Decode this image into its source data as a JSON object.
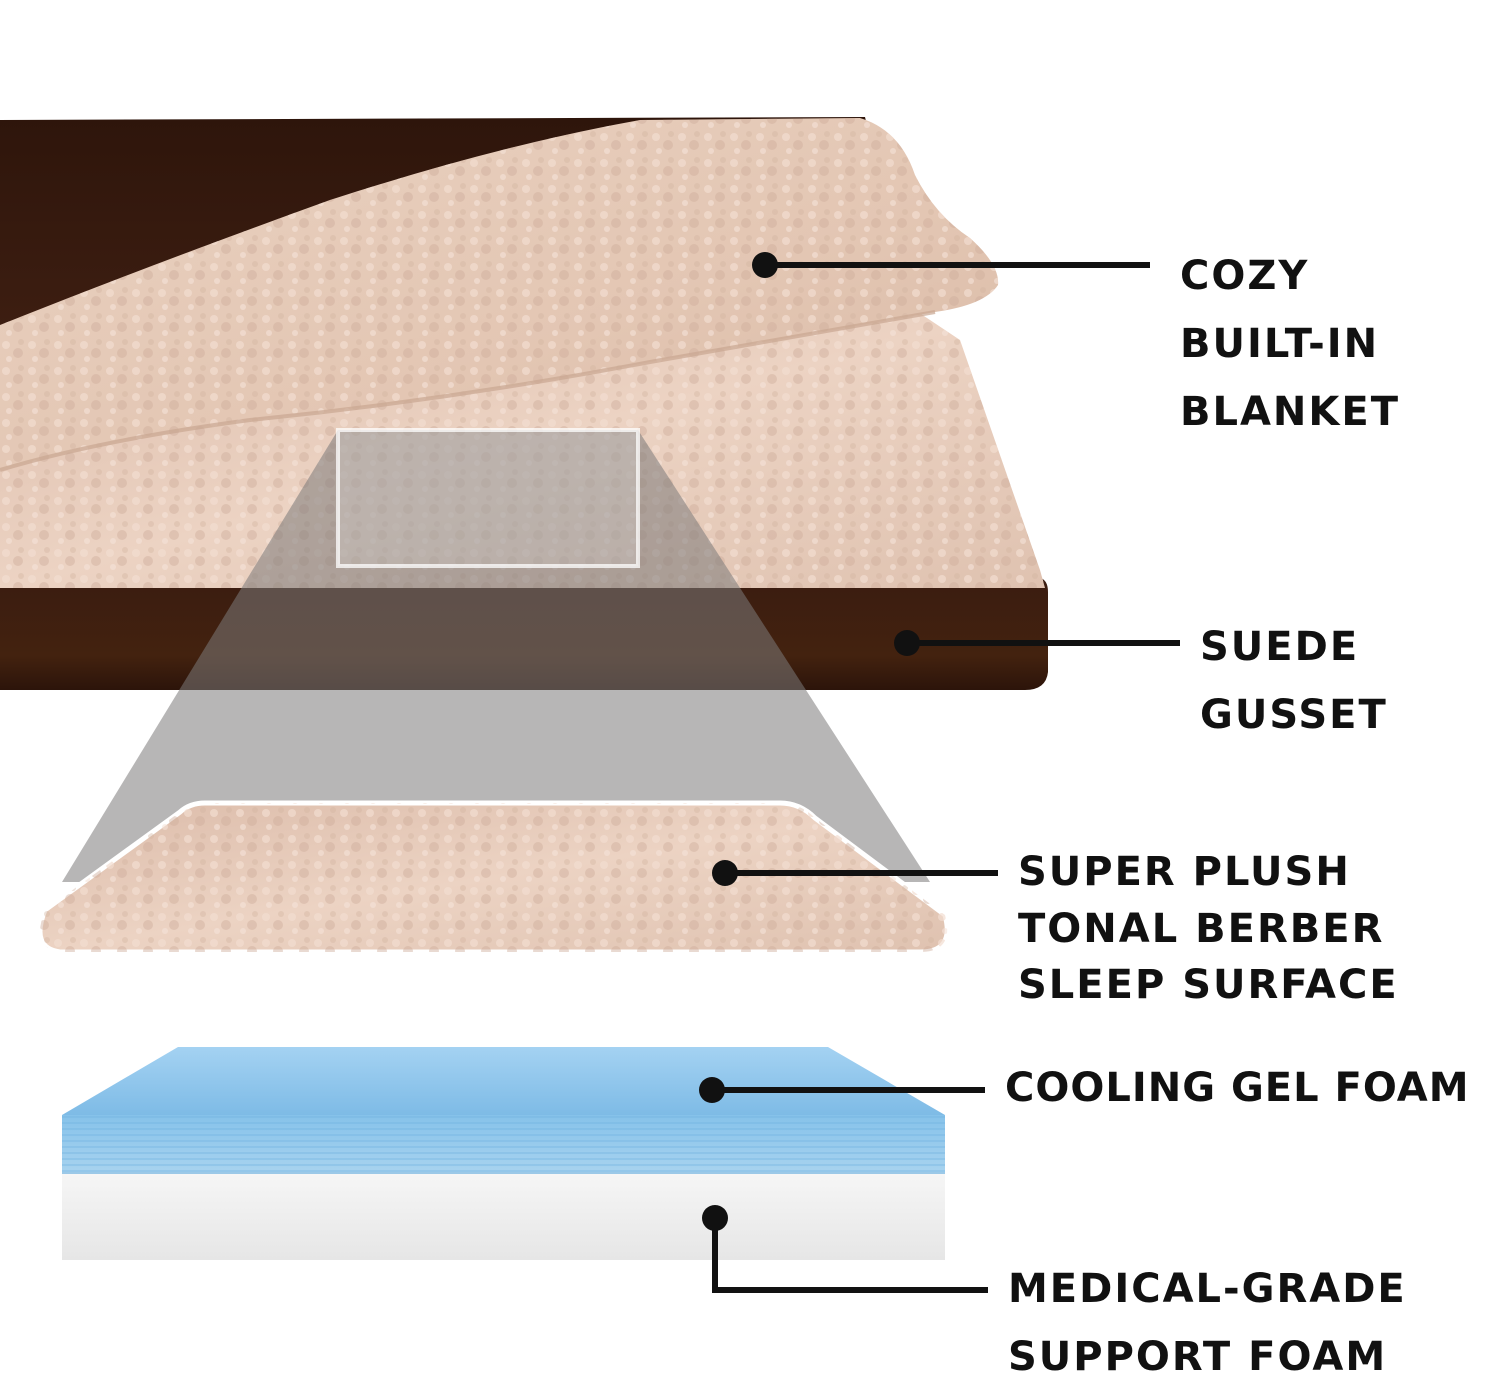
{
  "labels": {
    "blanket": [
      "COZY",
      "BUILT-IN",
      "BLANKET"
    ],
    "gusset": [
      "SUEDE",
      "GUSSET"
    ],
    "sleep_surface": [
      "SUPER PLUSH",
      "TONAL BERBER",
      "SLEEP SURFACE"
    ],
    "gel_foam": [
      "COOLING GEL FOAM"
    ],
    "support_foam": [
      "MEDICAL-GRADE",
      "SUPPORT FOAM"
    ]
  },
  "colors": {
    "background": "#ffffff",
    "suede_brown": "#3d1e12",
    "berber_tan": "#e6cbbb",
    "magnifier_gray": "#8c8a8a",
    "gel_blue": "#8ec5ec",
    "support_white": "#f0f0f0",
    "callout_black": "#111111"
  }
}
